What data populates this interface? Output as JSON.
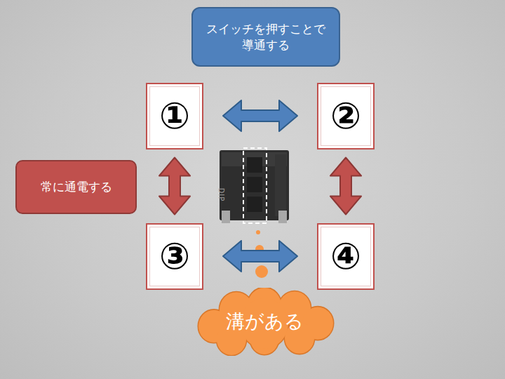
{
  "diagram": {
    "nodes": [
      {
        "text": [
          "スイッチを押すことで 導通する"
        ]
      },
      {
        "text": [
          "①"
        ]
      },
      {
        "text": [
          "②"
        ]
      },
      {
        "text": [
          "常に通電する"
        ]
      },
      {
        "text": [
          "③"
        ]
      },
      {
        "text": [
          "④"
        ]
      },
      {
        "text": [
          "溝がある"
        ]
      }
    ],
    "edges": [
      {
        "from": 1,
        "to": 2,
        "arrow": "both"
      },
      {
        "from": 1,
        "to": 4,
        "arrow": "both"
      },
      {
        "from": 2,
        "to": 5,
        "arrow": "both"
      },
      {
        "from": 4,
        "to": 5,
        "arrow": "both"
      }
    ],
    "labels": [
      "DIP"
    ]
  }
}
